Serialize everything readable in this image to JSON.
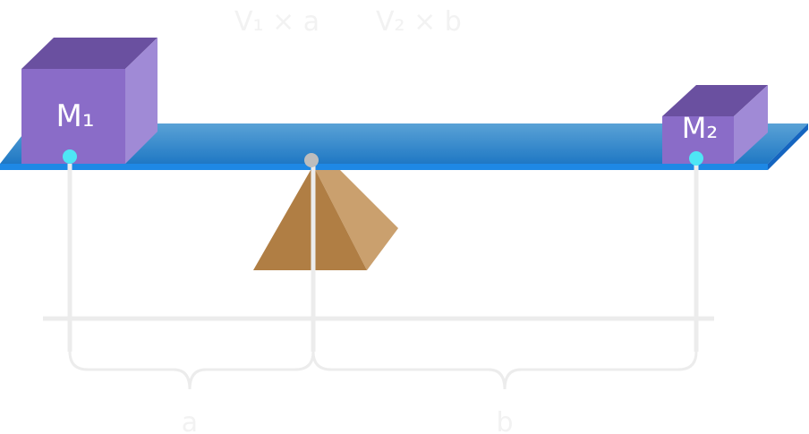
{
  "equation": {
    "left": "V₁ × a",
    "right": "V₂ × b"
  },
  "masses": {
    "m1": "M₁",
    "m2": "M₂"
  },
  "distances": {
    "a": "a",
    "b": "b"
  },
  "colors": {
    "beam_top": "#3b8ec9",
    "beam_front": "#1e88e5",
    "cube_front": "#8a6cc8",
    "cube_top": "#6a50a0",
    "cube_side": "#a08ad6",
    "fulcrum_front": "#b07e44",
    "fulcrum_side": "#caa06e",
    "marker": "#4ee6f5",
    "pivot": "#bdbdbd",
    "guides": "#ececec"
  }
}
